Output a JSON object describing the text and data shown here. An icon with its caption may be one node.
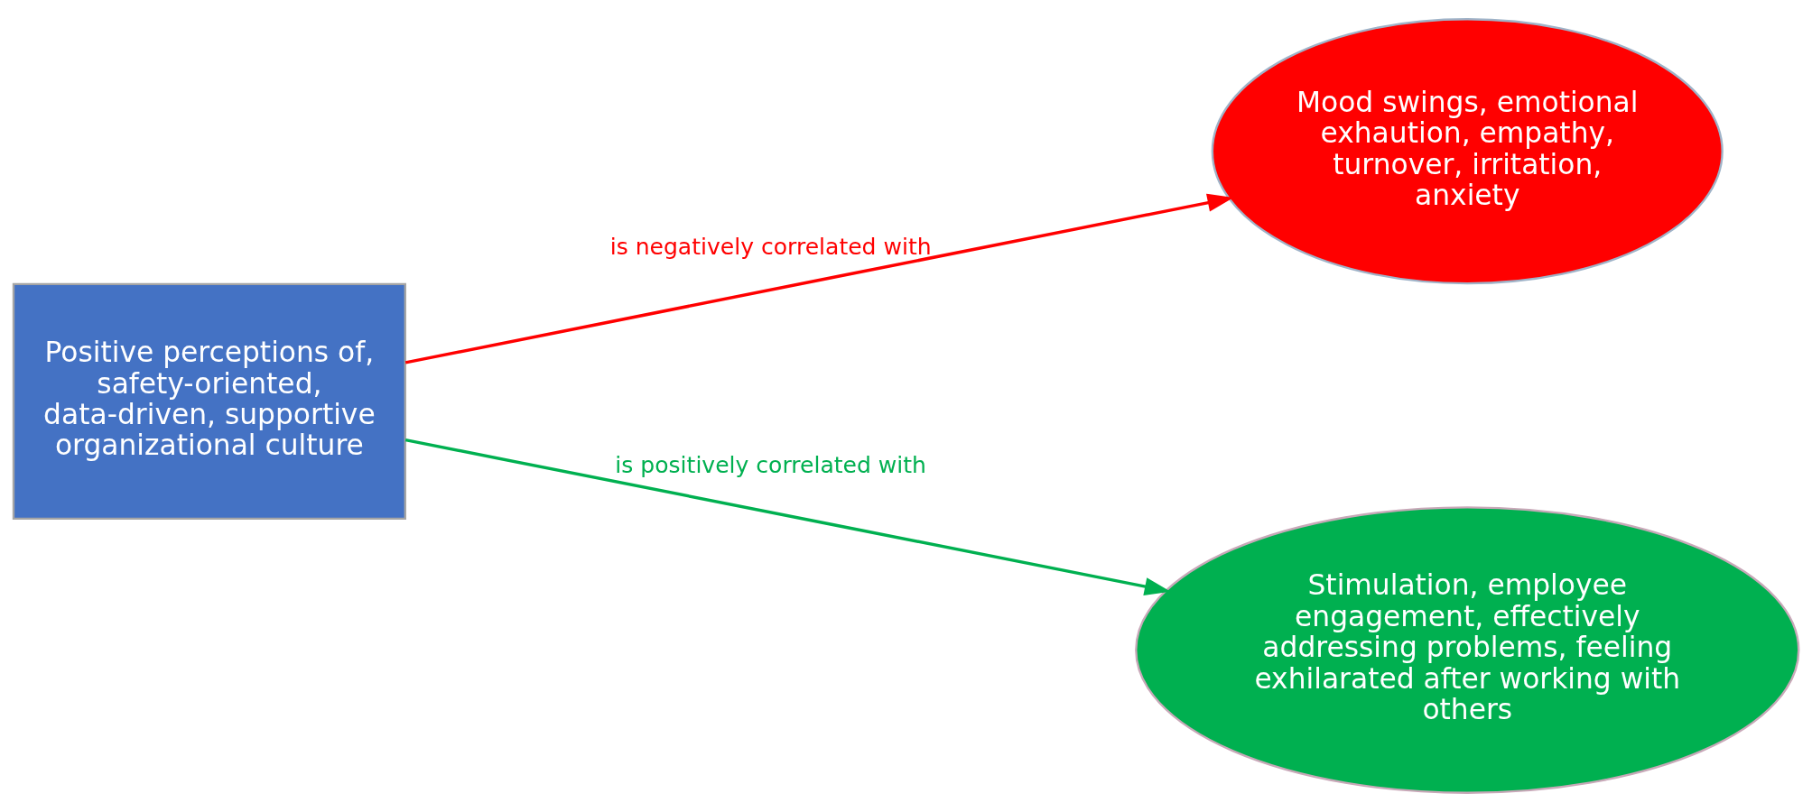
{
  "diagram": {
    "nodes": [
      {
        "text": [
          "Positive perceptions of, safety-oriented, data-driven, supportive organizational culture"
        ]
      },
      {
        "text": [
          "Mood swings, emotional exhaution, empathy, turnover, irritation, anxiety"
        ]
      },
      {
        "text": [
          "Stimulation, employee engagement, effectively addressing problems, feeling exhilarated after working with others"
        ]
      }
    ],
    "edges": [
      {
        "from": 0,
        "to": 1,
        "arrow": "to",
        "label": "is negatively correlated with",
        "color": "#ff0000"
      },
      {
        "from": 0,
        "to": 2,
        "arrow": "to",
        "label": "is positively correlated with",
        "color": "#00b050"
      }
    ]
  }
}
